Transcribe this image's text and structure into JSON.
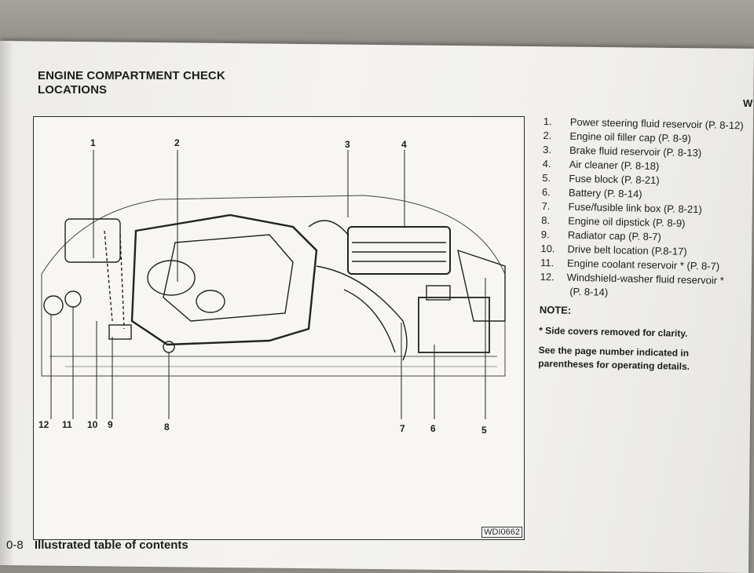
{
  "title": {
    "line1": "ENGINE COMPARTMENT CHECK",
    "line2": "LOCATIONS"
  },
  "figure": {
    "code": "WDI0662",
    "callouts": [
      "1",
      "2",
      "3",
      "4",
      "5",
      "6",
      "7",
      "8",
      "9",
      "10",
      "11",
      "12"
    ]
  },
  "legend": [
    {
      "num": "1.",
      "text": "Power steering fluid reservoir (P. 8-12)"
    },
    {
      "num": "2.",
      "text": "Engine oil filler cap (P. 8-9)"
    },
    {
      "num": "3.",
      "text": "Brake fluid reservoir (P. 8-13)"
    },
    {
      "num": "4.",
      "text": "Air cleaner (P. 8-18)"
    },
    {
      "num": "5.",
      "text": "Fuse block (P. 8-21)"
    },
    {
      "num": "6.",
      "text": "Battery (P. 8-14)"
    },
    {
      "num": "7.",
      "text": "Fuse/fusible link box (P. 8-21)"
    },
    {
      "num": "8.",
      "text": "Engine oil dipstick (P. 8-9)"
    },
    {
      "num": "9.",
      "text": "Radiator cap (P. 8-7)"
    },
    {
      "num": "10.",
      "text": "Drive belt location (P.8-17)"
    },
    {
      "num": "11.",
      "text": "Engine coolant reservoir * (P. 8-7)"
    },
    {
      "num": "12.",
      "text": "Windshield-washer fluid reservoir *"
    }
  ],
  "legend_cont": "(P. 8-14)",
  "note": {
    "heading": "NOTE:",
    "line1": "* Side covers removed for clarity.",
    "line2": "See the page number indicated in parentheses for operating details."
  },
  "edge_letter": "W",
  "footer": {
    "page": "0-8",
    "label": "Illustrated table of contents"
  },
  "colors": {
    "page": "#f1f0ec",
    "ink": "#1c1c1c",
    "table": "#8f8c86"
  }
}
